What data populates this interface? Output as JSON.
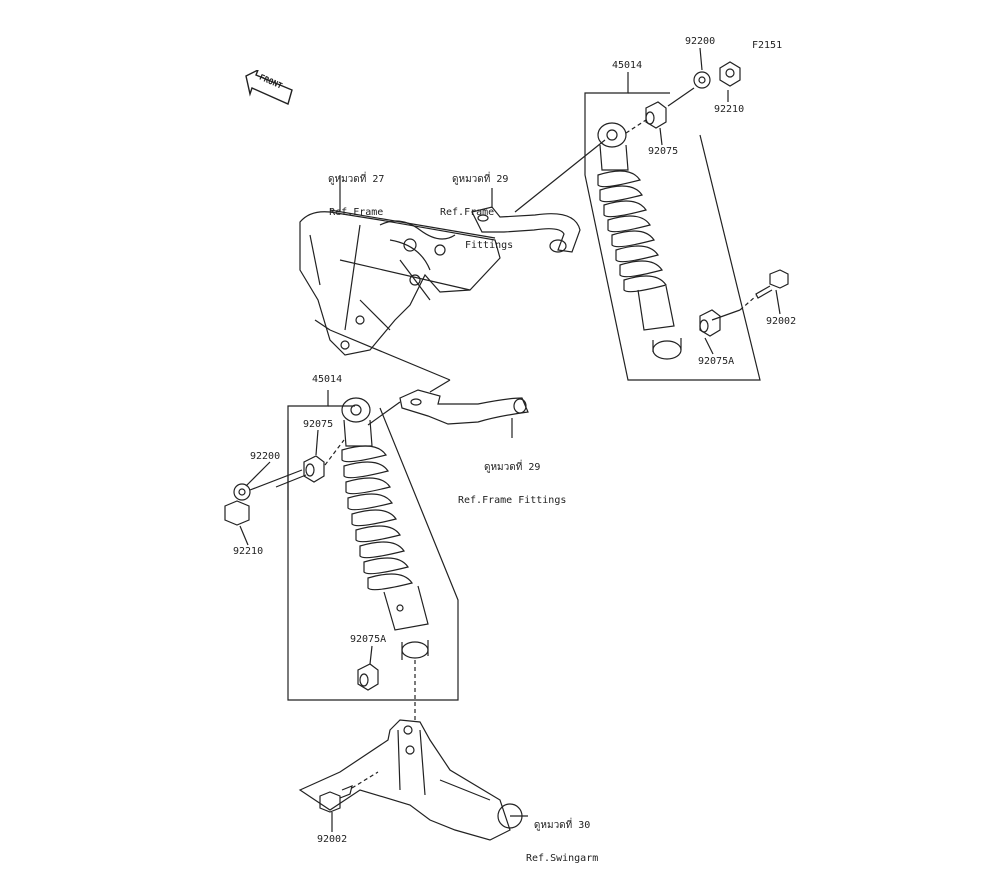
{
  "diagram_code": "F2151",
  "front_label": "FRONT",
  "references": [
    {
      "thai": "ดูหมวดที่ 27",
      "text": "Ref.Frame"
    },
    {
      "thai": "ดูหมวดที่ 29",
      "text": "Ref.Frame",
      "text2": "Fittings"
    },
    {
      "thai": "ดูหมวดที่ 29",
      "text": "Ref.Frame Fittings"
    },
    {
      "thai": "ดูหมวดที่ 30",
      "text": "Ref.Swingarm"
    }
  ],
  "right_assembly": {
    "shock": "45014",
    "washer": "92200",
    "nut": "92210",
    "collar_top": "92075",
    "bolt": "92002",
    "collar_bottom": "92075A"
  },
  "left_assembly": {
    "shock": "45014",
    "collar_top": "92075",
    "washer": "92200",
    "nut": "92210",
    "collar_bottom": "92075A",
    "bolt": "92002"
  }
}
